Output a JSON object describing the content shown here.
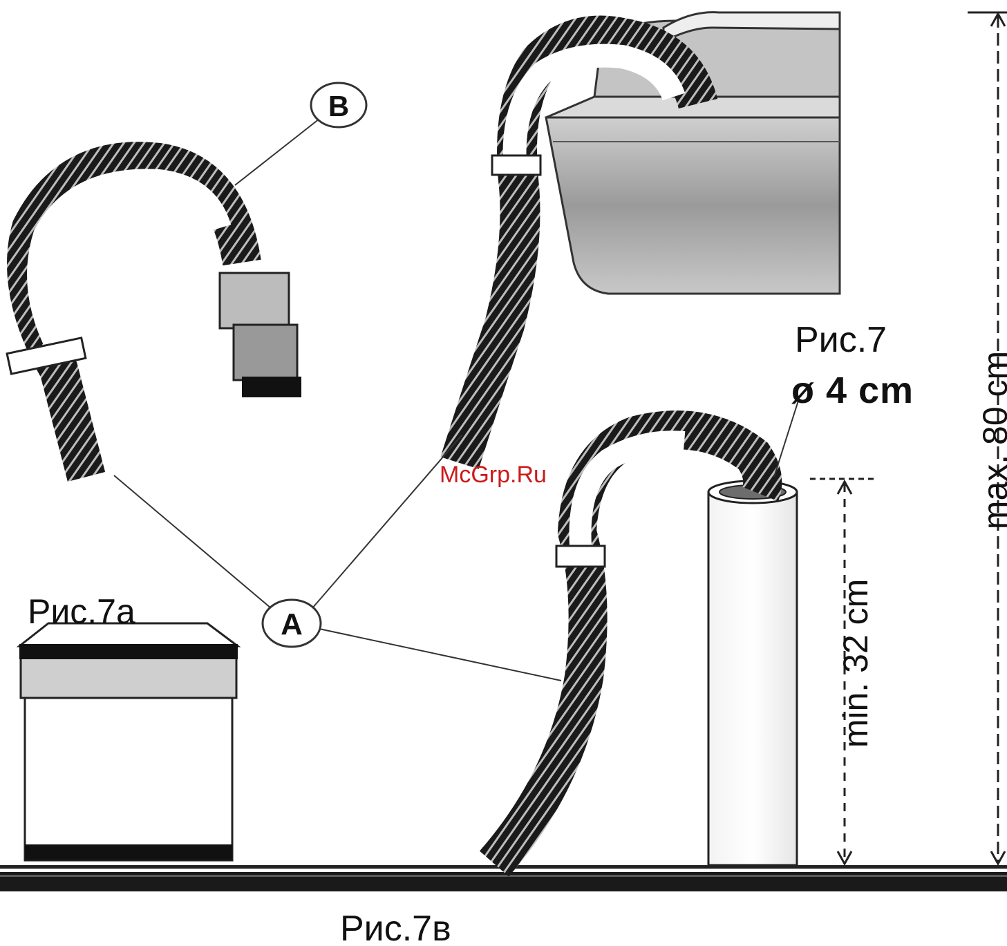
{
  "labels": {
    "callout_a": "A",
    "callout_b": "B",
    "fig7": "Рис.7",
    "diameter": "ø 4 cm",
    "fig7a": "Рис.7а",
    "fig7b": "Рис.7в",
    "min_height": "min. 32 cm",
    "max_height": "max. 80 cm",
    "watermark": "McGrp.Ru"
  },
  "colors": {
    "ink": "#111111",
    "watermark": "#cc1a1a",
    "paper": "#ffffff"
  }
}
